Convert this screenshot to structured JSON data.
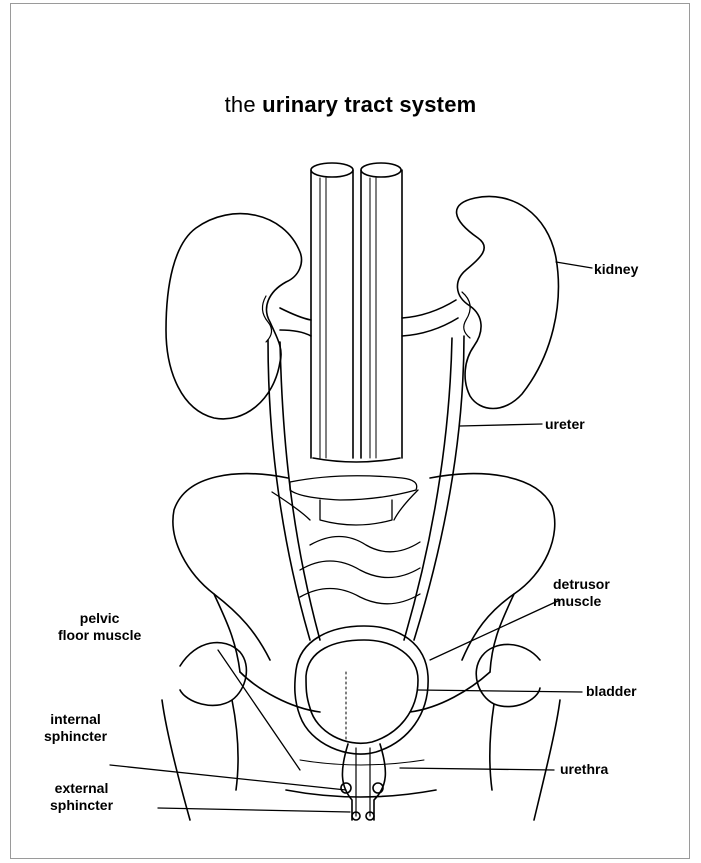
{
  "title": {
    "prefix": "the",
    "emphasis": "urinary tract system"
  },
  "labels": {
    "kidney": "kidney",
    "ureter": "ureter",
    "detrusor_line1": "detrusor",
    "detrusor_line2": "muscle",
    "bladder": "bladder",
    "urethra": "urethra",
    "pelvic_line1": "pelvic",
    "pelvic_line2": "floor muscle",
    "internal_line1": "internal",
    "internal_line2": "sphincter",
    "external_line1": "external",
    "external_line2": "sphincter"
  },
  "colors": {
    "ink": "#000000",
    "frame": "#9a9a9a",
    "background": "#ffffff"
  }
}
